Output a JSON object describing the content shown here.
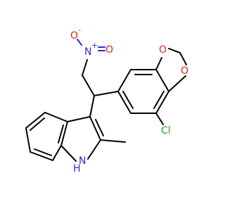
{
  "molecule": {
    "atoms": {
      "nitro_n": {
        "label": "N",
        "charge": "+"
      },
      "nitro_o": {
        "label": "O",
        "charge": "-"
      },
      "diox_o1": {
        "label": "O"
      },
      "diox_o2": {
        "label": "O"
      },
      "chlorine": {
        "label": "Cl"
      },
      "indole_nh": {
        "label": "H",
        "label2": "N"
      }
    }
  },
  "colors": {
    "carbon_bond": "#000000",
    "nitrogen": "#2b2bd9",
    "oxygen": "#e0261f",
    "chlorine": "#1fa31f"
  }
}
